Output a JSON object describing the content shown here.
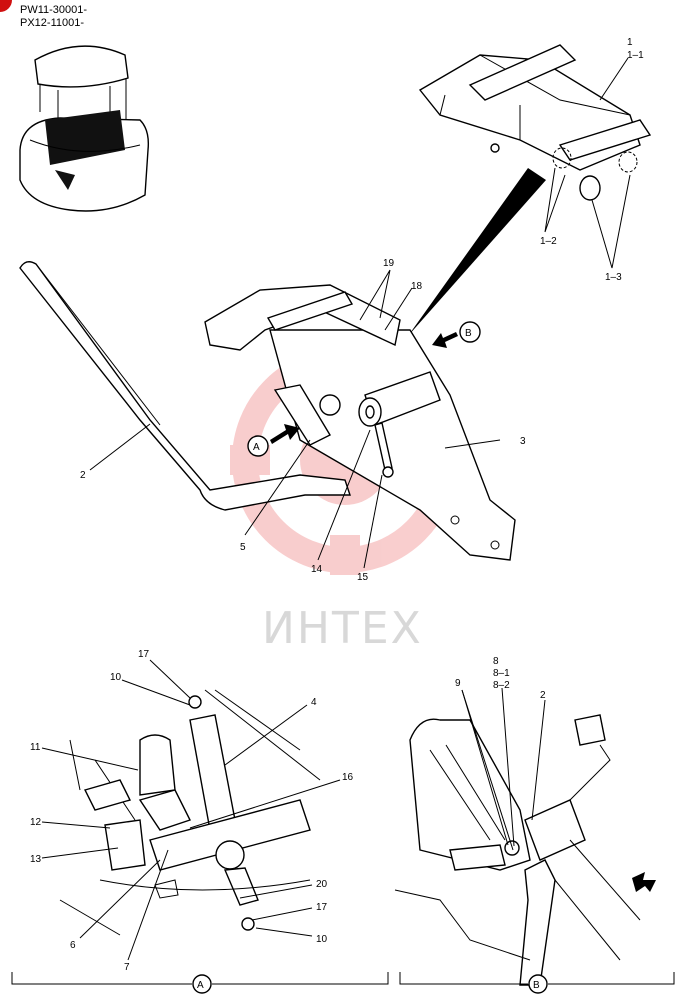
{
  "header": {
    "line1": "PW11-30001-",
    "line2": "PX12-11001-"
  },
  "watermark": {
    "text": "ИНТЕХ",
    "logo_color": "#f4a6a6"
  },
  "callouts_main": {
    "c1": "1",
    "c1_1": "1–1",
    "c1_2": "1–2",
    "c1_3": "1–3",
    "c2": "2",
    "c3": "3",
    "c5": "5",
    "c14": "14",
    "c15": "15",
    "c18": "18",
    "c19": "19",
    "viewA": "A",
    "viewB": "B"
  },
  "callouts_detail_a": {
    "c17a": "17",
    "c10a": "10",
    "c4": "4",
    "c11": "11",
    "c16": "16",
    "c12": "12",
    "c13": "13",
    "c20": "20",
    "c17b": "17",
    "c10b": "10",
    "c6": "6",
    "c7": "7",
    "caption": "A"
  },
  "callouts_detail_b": {
    "c8": "8",
    "c8_1": "8–1",
    "c8_2": "8–2",
    "c9": "9",
    "c2": "2",
    "caption": "B"
  }
}
